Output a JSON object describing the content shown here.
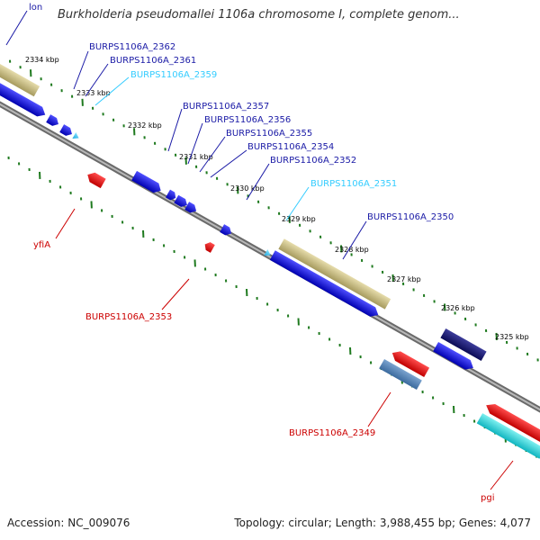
{
  "title": "Burkholderia pseudomallei 1106a chromosome I, complete genom...",
  "footer": {
    "accession": "Accession: NC_009076",
    "summary": "Topology: circular; Length: 3,988,455 bp; Genes: 4,077"
  },
  "colors": {
    "backbone": "#8c8c8c",
    "forward_gene": "#0b0bd6",
    "reverse_gene": "#e00000",
    "forward_label": "#1a1aa6",
    "rna_label": "#33ccff",
    "reverse_label": "#cc0000",
    "cds_band": "#bdb078",
    "tick": "#1f7a1f"
  },
  "scale_labels": [
    "2334 kbp",
    "2333 kbp",
    "2332 kbp",
    "2331 kbp",
    "2330 kbp",
    "2329 kbp",
    "2328 kbp",
    "2327 kbp",
    "2326 kbp",
    "2325 kbp"
  ],
  "forward_labels": [
    {
      "text": "lon",
      "color": "forward"
    },
    {
      "text": "BURPS1106A_2362",
      "color": "forward"
    },
    {
      "text": "BURPS1106A_2361",
      "color": "forward"
    },
    {
      "text": "BURPS1106A_2359",
      "color": "rna"
    },
    {
      "text": "BURPS1106A_2357",
      "color": "forward"
    },
    {
      "text": "BURPS1106A_2356",
      "color": "forward"
    },
    {
      "text": "BURPS1106A_2355",
      "color": "forward"
    },
    {
      "text": "BURPS1106A_2354",
      "color": "forward"
    },
    {
      "text": "BURPS1106A_2352",
      "color": "forward"
    },
    {
      "text": "BURPS1106A_2351",
      "color": "rna"
    },
    {
      "text": "BURPS1106A_2350",
      "color": "forward"
    }
  ],
  "reverse_labels": [
    {
      "text": "yfiA"
    },
    {
      "text": "BURPS1106A_2353"
    },
    {
      "text": "BURPS1106A_2349"
    },
    {
      "text": "pgi"
    }
  ]
}
